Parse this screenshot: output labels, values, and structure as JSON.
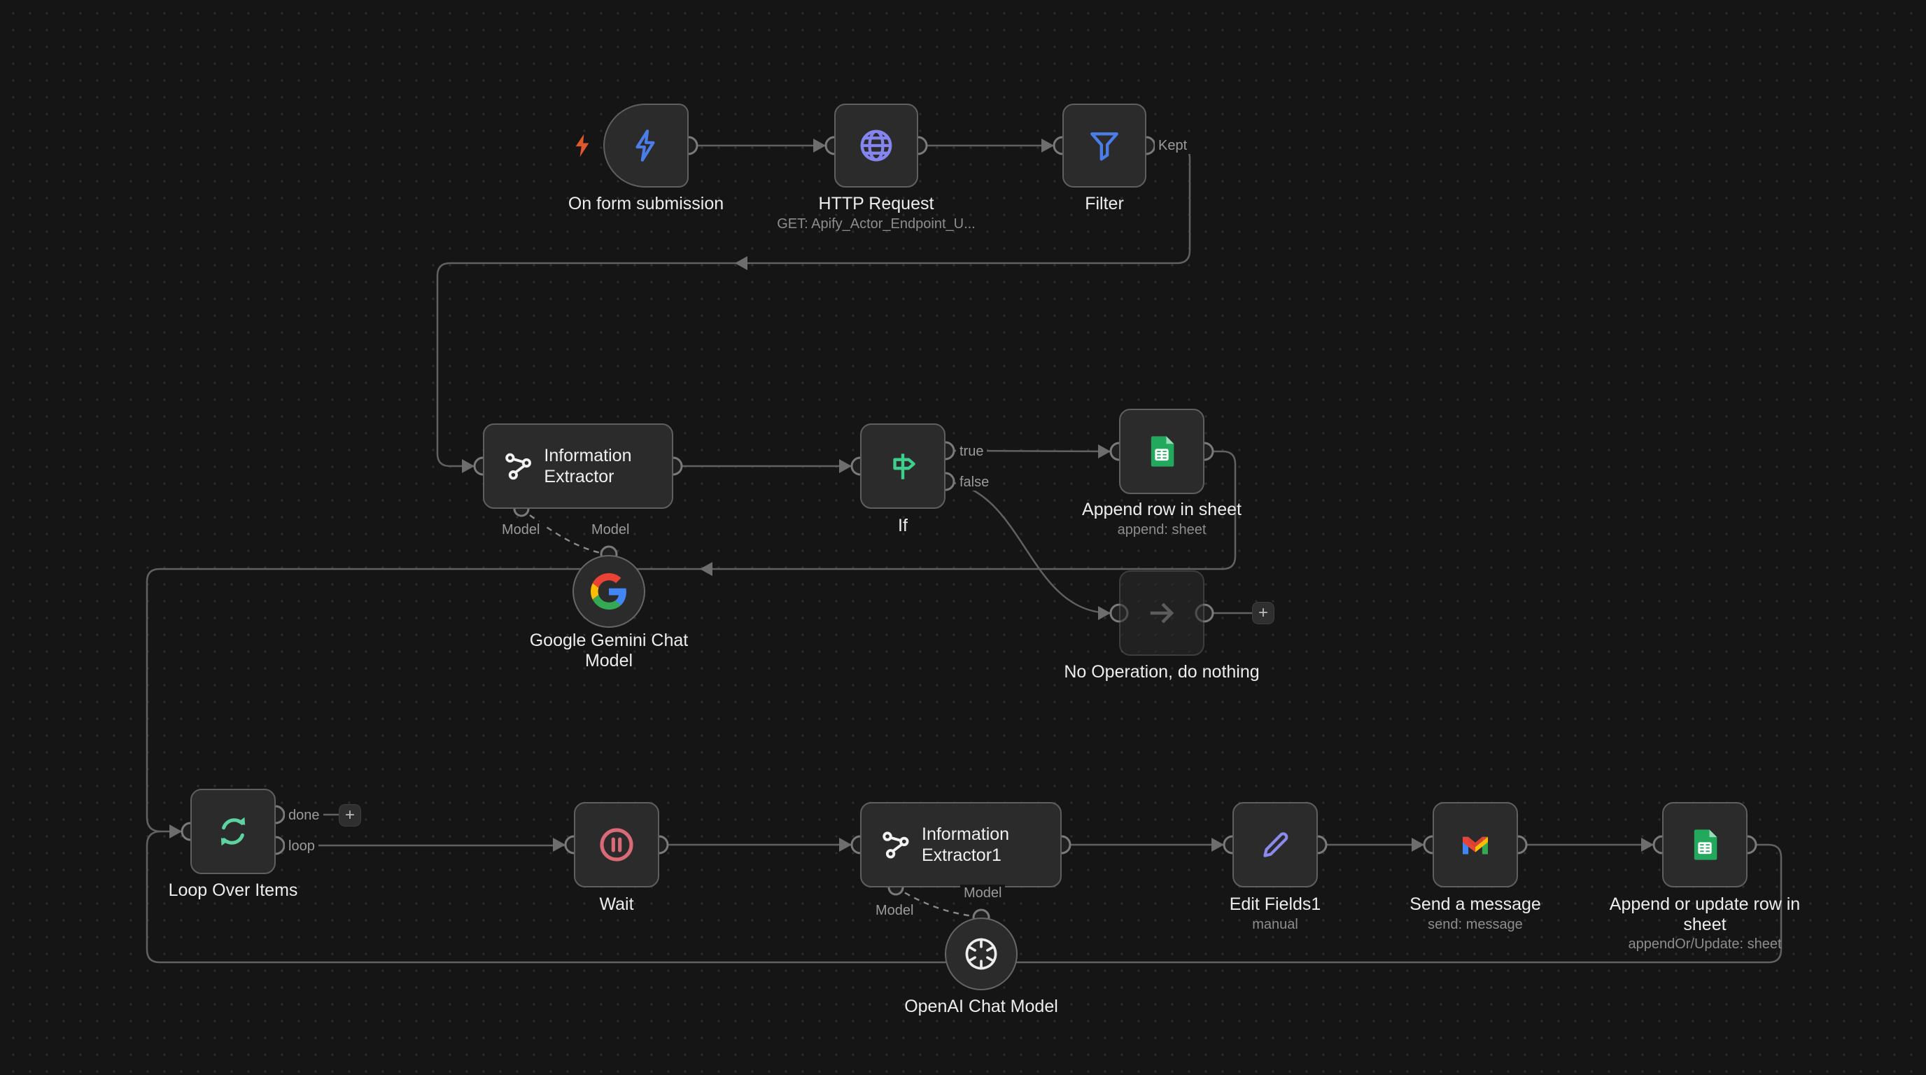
{
  "nodes": {
    "form_trigger": {
      "title": "On form submission"
    },
    "http_request": {
      "title": "HTTP Request",
      "subtitle": "GET: Apify_Actor_Endpoint_U..."
    },
    "filter": {
      "title": "Filter"
    },
    "info_extractor": {
      "title": "Information Extractor"
    },
    "if": {
      "title": "If"
    },
    "append_row": {
      "title": "Append row in sheet",
      "subtitle": "append: sheet"
    },
    "gemini": {
      "title": "Google Gemini Chat Model"
    },
    "noop": {
      "title": "No Operation, do nothing"
    },
    "loop": {
      "title": "Loop Over Items"
    },
    "wait": {
      "title": "Wait"
    },
    "info_extractor1": {
      "title": "Information Extractor1"
    },
    "openai": {
      "title": "OpenAI Chat Model"
    },
    "edit_fields": {
      "title": "Edit Fields1",
      "subtitle": "manual"
    },
    "send_message": {
      "title": "Send a message",
      "subtitle": "send: message"
    },
    "append_update": {
      "title": "Append or update row in sheet",
      "subtitle": "appendOr/Update: sheet"
    }
  },
  "edge_labels": {
    "kept": "Kept",
    "true": "true",
    "false": "false",
    "done": "done",
    "loop": "loop",
    "model": "Model"
  },
  "buttons": {
    "plus": "+"
  },
  "colors": {
    "canvas_bg": "#151515",
    "node_bg": "#2b2b2b",
    "node_border": "#5f5f5f",
    "edge": "#616161",
    "trigger_accent": "#e0592e",
    "blue_icon": "#4a7de8",
    "purple_icon": "#8585f0",
    "green_icon": "#3ecf8e",
    "loop_icon": "#5ed3a2",
    "wait_icon": "#d96a77",
    "pencil_icon": "#8b8bed",
    "sheets_green": "#23a95d"
  }
}
